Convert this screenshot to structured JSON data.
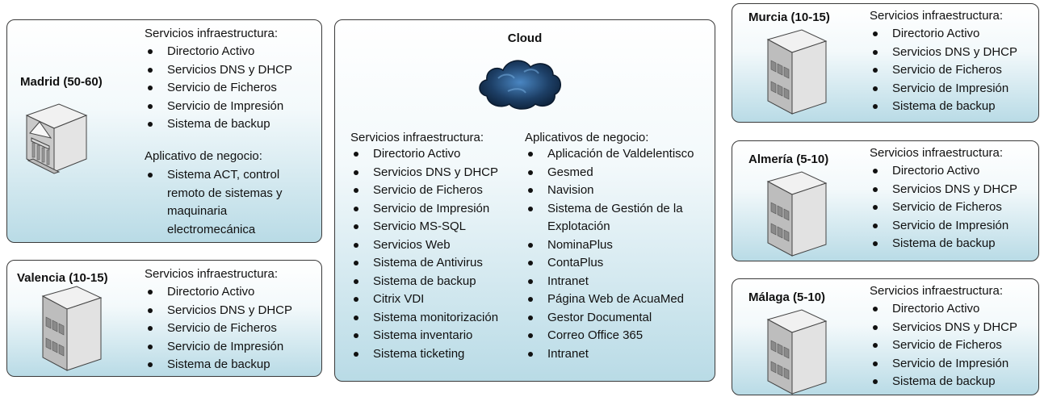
{
  "madrid": {
    "title": "Madrid (50-60)",
    "infra_heading": "Servicios infraestructura:",
    "infra": [
      "Directorio Activo",
      "Servicios DNS y DHCP",
      "Servicio de Ficheros",
      "Servicio de Impresión",
      "Sistema de backup"
    ],
    "business_heading": "Aplicativo de negocio:",
    "business": [
      "Sistema ACT, control remoto de sistemas y maquinaria electromecánica"
    ]
  },
  "valencia": {
    "title": "Valencia (10-15)",
    "infra_heading": "Servicios infraestructura:",
    "infra": [
      "Directorio Activo",
      "Servicios DNS y DHCP",
      "Servicio de Ficheros",
      "Servicio de Impresión",
      "Sistema de backup"
    ]
  },
  "cloud": {
    "title": "Cloud",
    "infra_heading": "Servicios infraestructura:",
    "infra": [
      "Directorio Activo",
      "Servicios DNS y DHCP",
      "Servicio de Ficheros",
      "Servicio de Impresión",
      "Servicio MS-SQL",
      "Servicios Web",
      "Sistema de Antivirus",
      "Sistema de backup",
      "Citrix VDI",
      "Sistema monitorización",
      "Sistema inventario",
      "Sistema ticketing"
    ],
    "business_heading": "Aplicativos de negocio:",
    "business": [
      "Aplicación de Valdelentisco",
      "Gesmed",
      "Navision",
      "Sistema de Gestión de la Explotación",
      "NominaPlus",
      "ContaPlus",
      "Intranet",
      "Página Web de AcuaMed",
      "Gestor Documental",
      "Correo Office 365",
      "Intranet"
    ]
  },
  "murcia": {
    "title": "Murcia (10-15)",
    "infra_heading": "Servicios infraestructura:",
    "infra": [
      "Directorio Activo",
      "Servicios DNS y DHCP",
      "Servicio de Ficheros",
      "Servicio de Impresión",
      "Sistema de backup"
    ]
  },
  "almeria": {
    "title": "Almería (5-10)",
    "infra_heading": "Servicios infraestructura:",
    "infra": [
      "Directorio Activo",
      "Servicios DNS y DHCP",
      "Servicio de Ficheros",
      "Servicio de Impresión",
      "Sistema de backup"
    ]
  },
  "malaga": {
    "title": "Málaga (5-10)",
    "infra_heading": "Servicios infraestructura:",
    "infra": [
      "Directorio Activo",
      "Servicios DNS y DHCP",
      "Servicio de Ficheros",
      "Servicio de Impresión",
      "Sistema de backup"
    ]
  },
  "icons": {
    "office_building": "office-building-icon",
    "government_building": "government-building-icon",
    "cloud": "cloud-icon"
  },
  "colors": {
    "box_gradient_bottom": "#b9dbe6",
    "box_border": "#3a3a3a",
    "cloud_fill": "#1d3f66"
  }
}
